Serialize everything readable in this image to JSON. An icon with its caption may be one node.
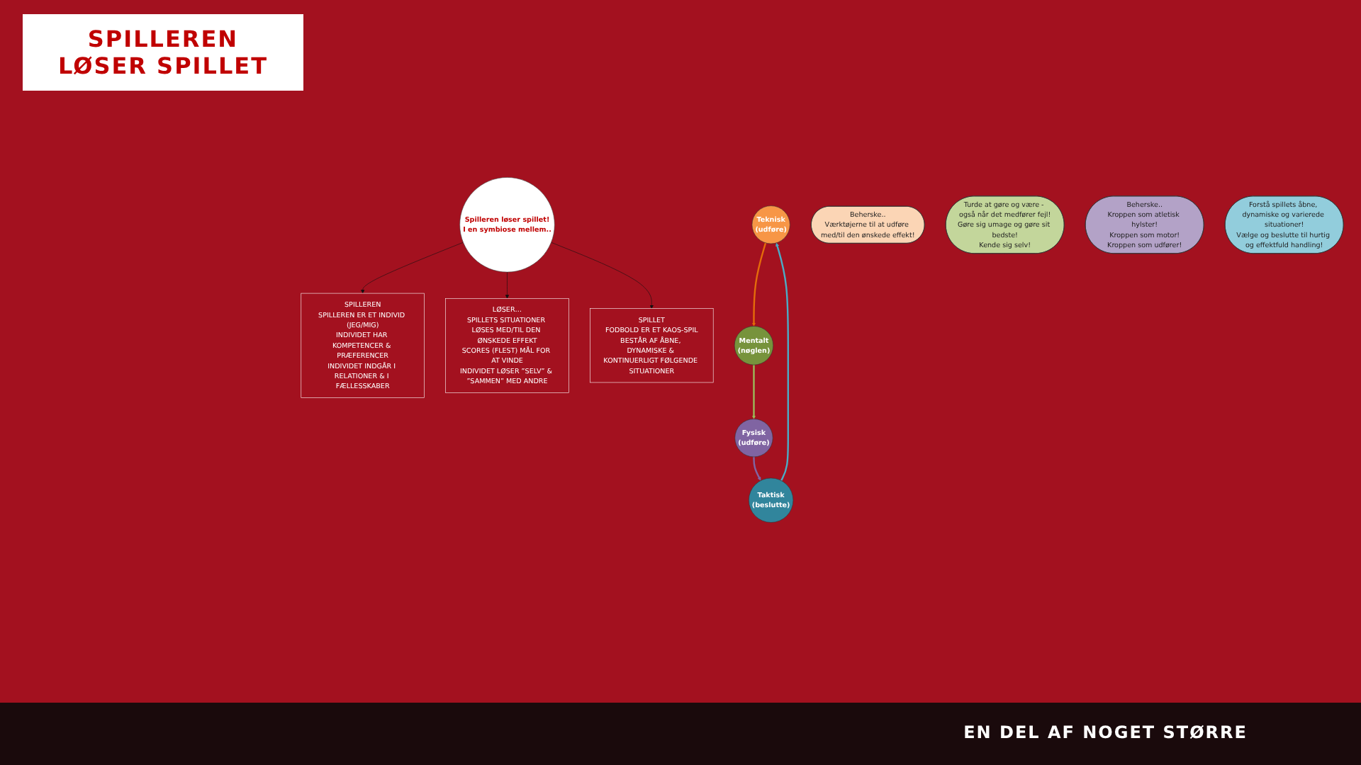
{
  "diagram": {
    "title": "SPILLEREN LØSER SPILLET",
    "nodes": [
      {
        "text": [
          "Spilleren løser spillet!",
          "I en symbiose mellem.."
        ]
      },
      {
        "text": [
          "Teknisk",
          "(udføre)"
        ]
      },
      {
        "text": [
          "Beherske..",
          "Værktøjerne til at udføre med/til den ønskede effekt!"
        ]
      },
      {
        "text": [
          "Mentalt",
          "(nøglen)"
        ]
      },
      {
        "text": [
          "Turde at gøre og være - også når det medfører fejl!",
          "Gøre sig umage og gøre sit bedste!",
          "Kende sig selv!"
        ]
      },
      {
        "text": [
          "Fysisk",
          "(udføre)"
        ]
      },
      {
        "text": [
          "Beherske..",
          "Kroppen som atletisk hylster!",
          "Kroppen som motor!",
          "Kroppen som udfører!"
        ]
      },
      {
        "text": [
          "Taktisk",
          "(beslutte)"
        ]
      },
      {
        "text": [
          "Forstå spillets åbne, dynamiske og varierede situationer!",
          "Vælge og beslutte til hurtig og effektfuld handling!"
        ]
      },
      {
        "text": [
          "SPILLEREN",
          "SPILLEREN ER ET INDIVID (JEG/MIG)",
          "INDIVIDET HAR KOMPETENCER & PRÆFERENCER",
          "INDIVIDET INDGÅR I RELATIONER & I FÆLLESSKABER"
        ]
      },
      {
        "text": [
          "LØSER…",
          "SPILLETS SITUATIONER LØSES MED/TIL DEN ØNSKEDE EFFEKT",
          "SCORES (FLEST) MÅL FOR AT VINDE",
          "INDIVIDET LØSER ”SELV” & ”SAMMEN” MED ANDRE"
        ]
      },
      {
        "text": [
          "SPILLET",
          "FODBOLD ER ET KAOS-SPIL",
          "BESTÅR AF ÅBNE, DYNAMISKE & KONTINUERLIGT FØLGENDE SITUATIONER"
        ]
      }
    ],
    "edges": [
      {
        "from": 0,
        "to": 9,
        "arrow": "to"
      },
      {
        "from": 0,
        "to": 10,
        "arrow": "to"
      },
      {
        "from": 0,
        "to": 11,
        "arrow": "to"
      },
      {
        "from": 7,
        "to": 1,
        "arrow": "to",
        "color": "#4bacc6"
      },
      {
        "from": 1,
        "to": 3,
        "arrow": "to",
        "color": "#e46c0a"
      },
      {
        "from": 3,
        "to": 5,
        "arrow": "to",
        "color": "#9bbb59"
      },
      {
        "from": 5,
        "to": 7,
        "arrow": "to",
        "color": "#8064a2"
      }
    ],
    "labels": [
      "EN DEL AF NOGET STØRRE"
    ]
  }
}
